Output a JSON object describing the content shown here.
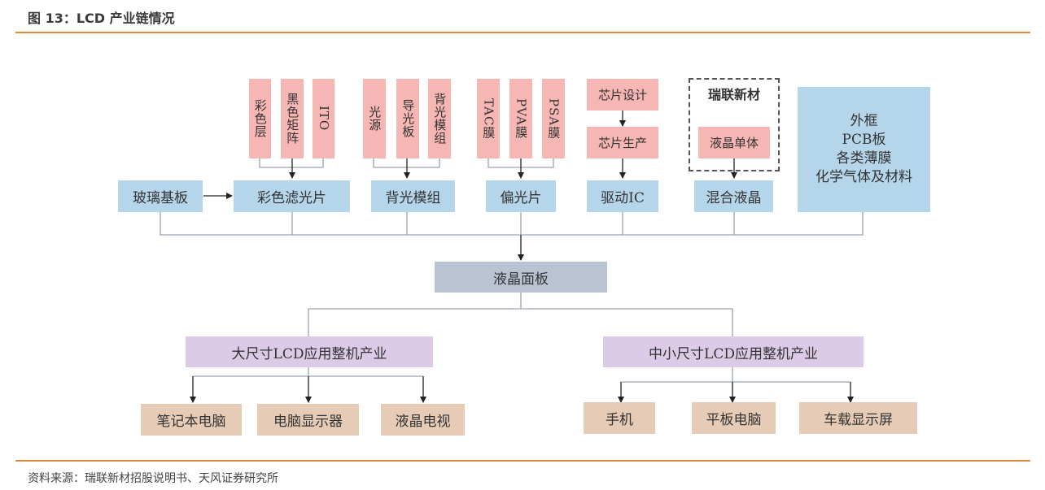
{
  "header": {
    "title": "图 13：LCD 产业链情况"
  },
  "footer": {
    "source": "资料来源：瑞联新材招股说明书、天风证券研究所"
  },
  "colors": {
    "accent_rule": "#e08a3c",
    "material": "#f6b6b4",
    "component": "#b5d5ea",
    "panel": "#b9c3d1",
    "industry": "#dccbe6",
    "product": "#e6cbb6"
  },
  "materials": {
    "color_filter": [
      "彩色层",
      "黑色矩阵",
      "ITO"
    ],
    "backlight": [
      "光源",
      "导光板",
      "背光模组"
    ],
    "polarizer": [
      "TAC膜",
      "PVA膜",
      "PSA膜"
    ],
    "driver": [
      "芯片设计",
      "芯片生产"
    ],
    "liquid_crystal_group": {
      "label": "瑞联新材",
      "item": "液晶单体"
    }
  },
  "components": [
    "玻璃基板",
    "彩色滤光片",
    "背光模组",
    "偏光片",
    "驱动IC",
    "混合液晶"
  ],
  "other_materials": [
    "外框",
    "PCB板",
    "各类薄膜",
    "化学气体及材料"
  ],
  "panel": "液晶面板",
  "industries": [
    {
      "label": "大尺寸LCD应用整机产业",
      "products": [
        "笔记本电脑",
        "电脑显示器",
        "液晶电视"
      ]
    },
    {
      "label": "中小尺寸LCD应用整机产业",
      "products": [
        "手机",
        "平板电脑",
        "车载显示屏"
      ]
    }
  ]
}
